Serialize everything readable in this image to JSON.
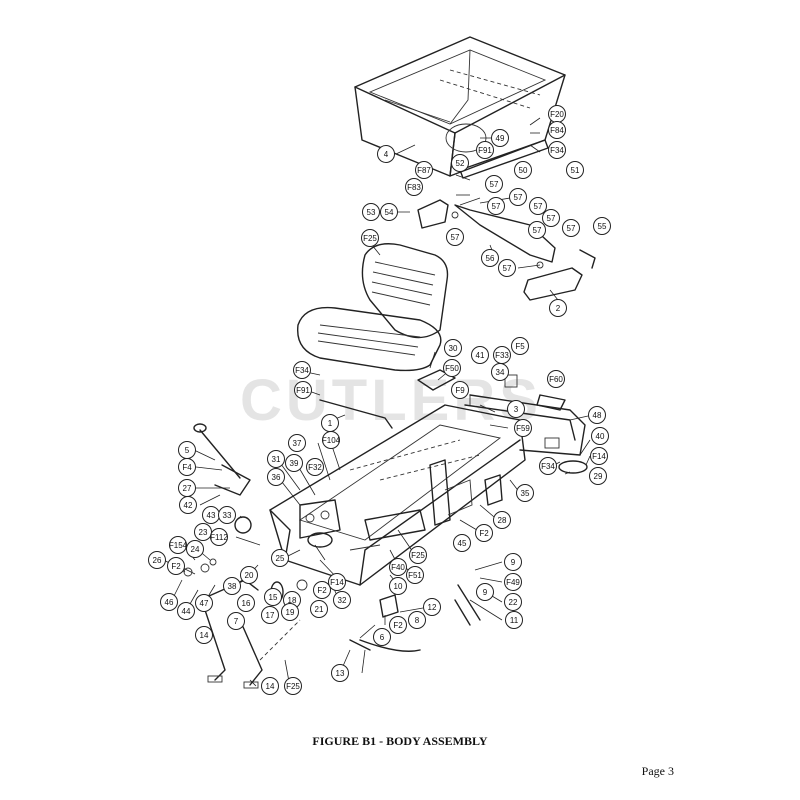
{
  "watermark": "CUTLERS",
  "caption": "FIGURE B1 - BODY ASSEMBLY",
  "page_label": "Page 3",
  "callouts": [
    "F20",
    "F84",
    "F34",
    "49",
    "50",
    "51",
    "4",
    "F87",
    "52",
    "F91",
    "F83",
    "57",
    "57",
    "57",
    "57",
    "53",
    "54",
    "57",
    "57",
    "57",
    "57",
    "56",
    "57",
    "55",
    "2",
    "F25",
    "30",
    "F50",
    "41",
    "F33",
    "F5",
    "34",
    "F60",
    "F34",
    "F91",
    "F9",
    "3",
    "48",
    "F59",
    "40",
    "F14",
    "29",
    "F34",
    "1",
    "35",
    "F104",
    "F32",
    "37",
    "31",
    "39",
    "36",
    "28",
    "5",
    "F4",
    "27",
    "42",
    "43",
    "33",
    "F2",
    "45",
    "23",
    "F112",
    "F154",
    "24",
    "26",
    "F2",
    "25",
    "46",
    "44",
    "47",
    "38",
    "20",
    "15",
    "16",
    "17",
    "18",
    "19",
    "21",
    "F2",
    "F14",
    "32",
    "F25",
    "F51",
    "F40",
    "10",
    "9",
    "F49",
    "9",
    "22",
    "12",
    "8",
    "11",
    "F2",
    "6",
    "14",
    "7",
    "14",
    "F25",
    "13"
  ]
}
